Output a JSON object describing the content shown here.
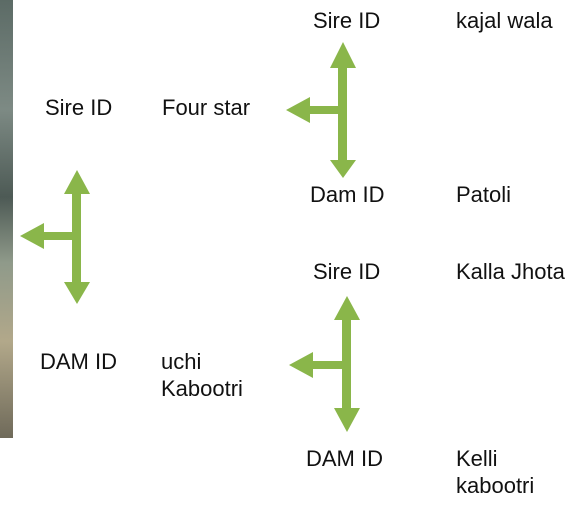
{
  "colors": {
    "arrow": "#8ab64a",
    "text": "#111111"
  },
  "root": {
    "sire_label": "Sire ID",
    "sire_name": "Four star",
    "dam_label": "DAM ID",
    "dam_name": "uchi Kabootri"
  },
  "sire_parents": {
    "sire_label": "Sire ID",
    "sire_name": "kajal wala",
    "dam_label": "Dam ID",
    "dam_name": "Patoli"
  },
  "dam_parents": {
    "sire_label": "Sire ID",
    "sire_name": "Kalla Jhota",
    "dam_label": "DAM ID",
    "dam_name": "Kelli kabootri"
  }
}
